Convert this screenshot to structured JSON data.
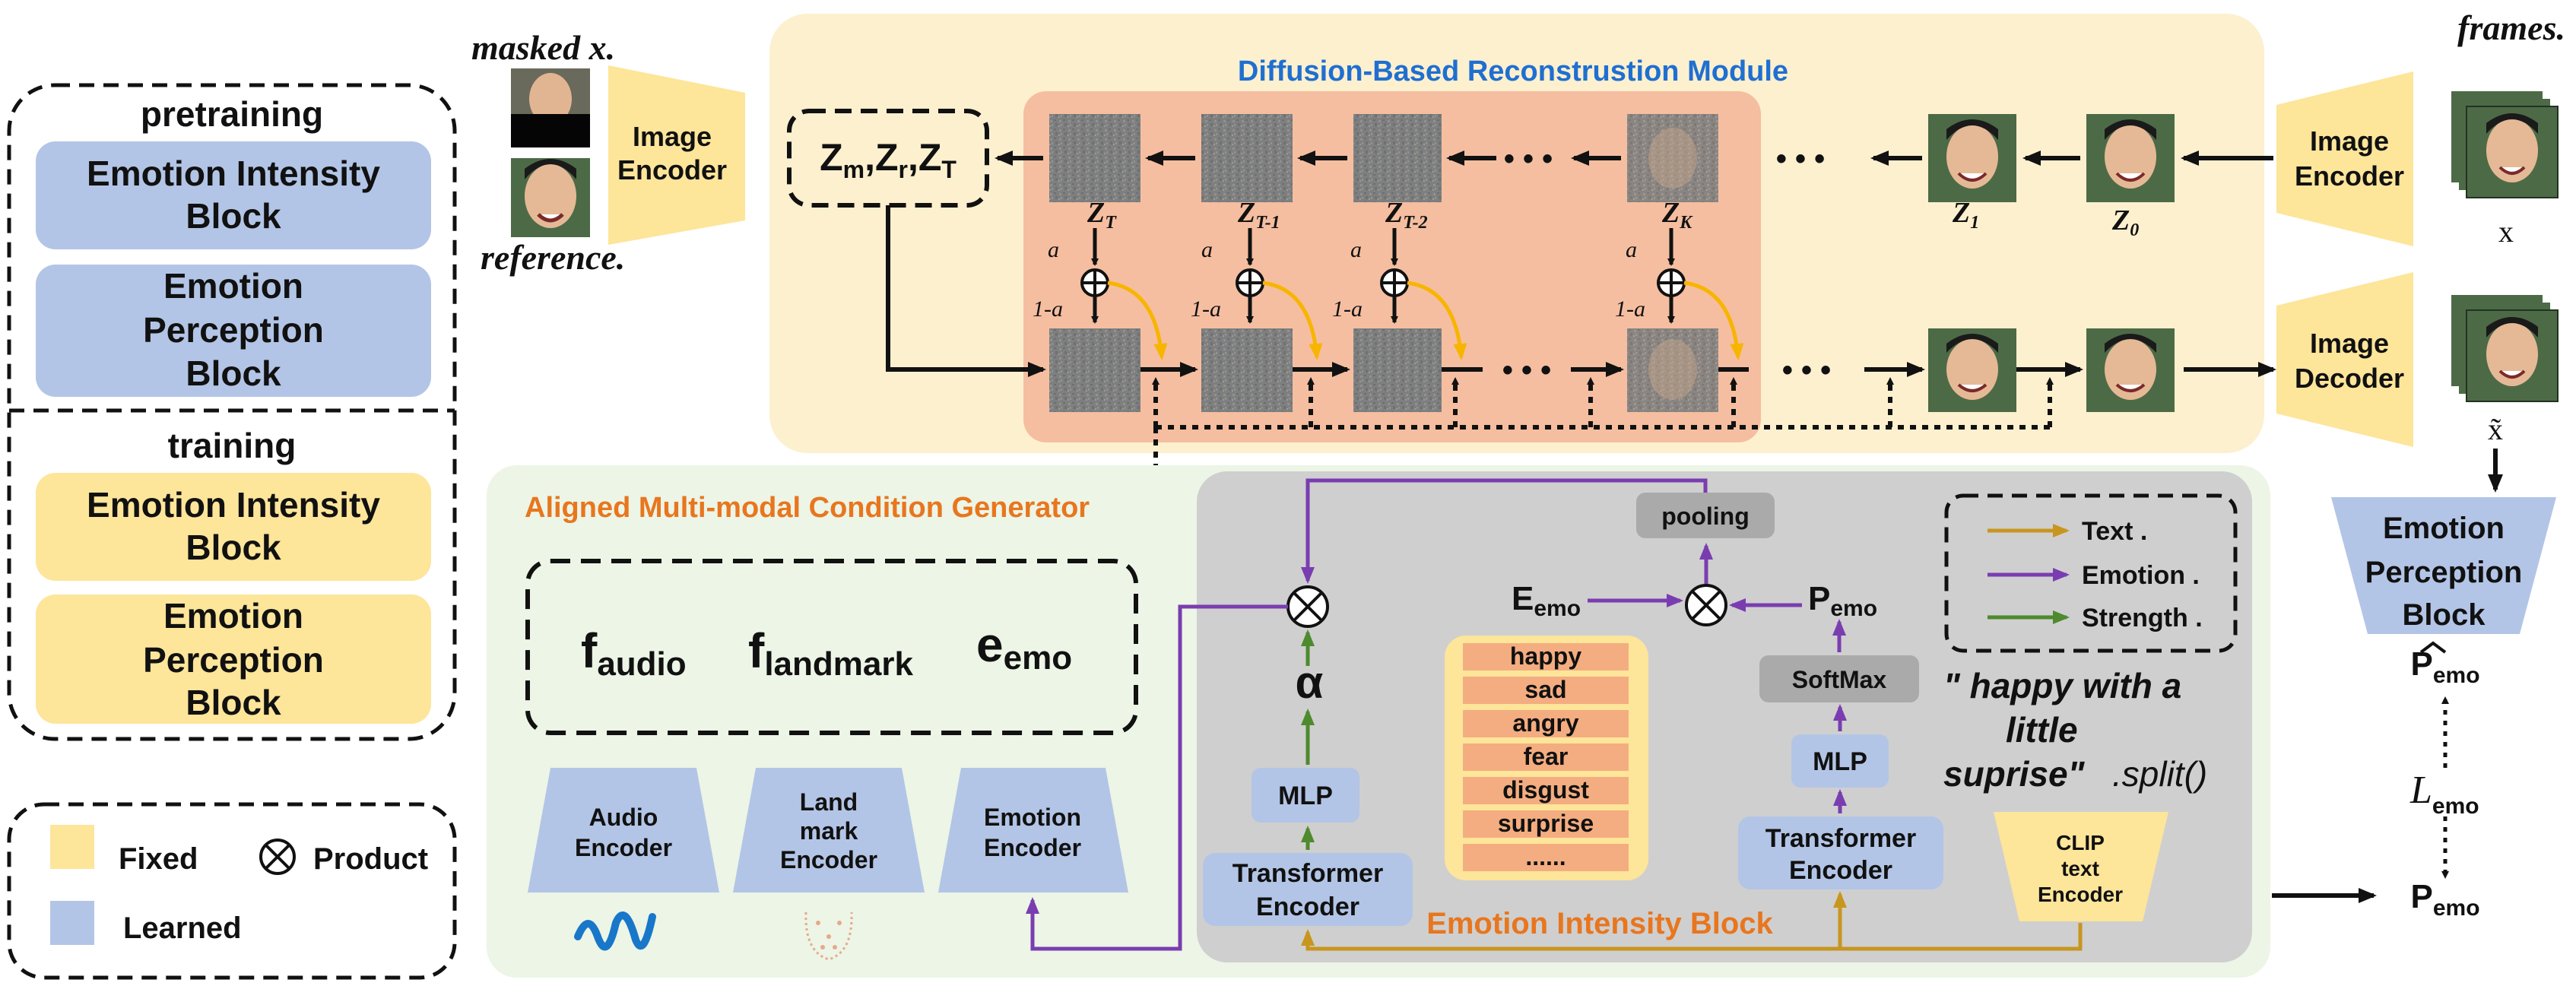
{
  "colors": {
    "fixed": "#fde59a",
    "learned": "#b3c5e6",
    "diffusion_bg": "#fdf0cf",
    "diffusion_inner": "#f5bea0",
    "condition_bg": "#ecf5e6",
    "intensity_bg": "#cfcfcf",
    "orange_text": "#e8761e",
    "blue_text": "#1f6fd1",
    "text_arrow": "#c8961e",
    "emotion_arrow": "#7a3db0",
    "strength_arrow": "#4e8a2e",
    "emotion_list_bg": "#fde59a",
    "emotion_item_bg": "#f4ad80"
  },
  "left_panel": {
    "pretraining": "pretraining",
    "training": "training",
    "pre_block1": [
      "Emotion Intensity",
      "Block"
    ],
    "pre_block2": [
      "Emotion",
      "Perception",
      "Block"
    ],
    "train_block1": [
      "Emotion Intensity",
      "Block"
    ],
    "train_block2": [
      "Emotion",
      "Perception",
      "Block"
    ]
  },
  "legend_box": {
    "fixed": "Fixed",
    "learned": "Learned",
    "product": "Product",
    "product_symbol": "⊗"
  },
  "inputs": {
    "masked": "masked x.",
    "reference": "reference.",
    "image_encoder_left": [
      "Image",
      "Encoder"
    ]
  },
  "diffusion": {
    "title": "Diffusion-Based Reconstrustion Module",
    "z_box": "Zm,Z r,ZT",
    "z_labels": [
      "ZT",
      "ZT-1",
      "ZT-2",
      "ZK",
      "Z1",
      "Z0"
    ],
    "a": "a",
    "one_minus_a": "1-a",
    "dots": "• • •"
  },
  "right": {
    "frames": "frames.",
    "x": "x",
    "x_hat": "x̃",
    "image_encoder": [
      "Image",
      "Encoder"
    ],
    "image_decoder": [
      "Image",
      "Decoder"
    ],
    "perception": [
      "Emotion",
      "Perception",
      "Block"
    ],
    "p_hat": "P̂emo",
    "loss": "Lemo",
    "p_emo": "Pemo"
  },
  "condition": {
    "title": "Aligned Multi-modal Condition Generator",
    "f_audio": "f",
    "f_audio_sub": "audio",
    "f_landmark": "f",
    "f_landmark_sub": "landmark",
    "e_emo": "e",
    "e_emo_sub": "emo",
    "audio_encoder": [
      "Audio",
      "Encoder"
    ],
    "landmark_encoder": [
      "Land",
      "mark",
      "Encoder"
    ],
    "emotion_encoder": [
      "Emotion",
      "Encoder"
    ]
  },
  "intensity": {
    "title": "Emotion Intensity Block",
    "pooling": "pooling",
    "e_emo": "E",
    "e_emo_sub": "emo",
    "p_emo": "P",
    "p_emo_sub": "emo",
    "softmax": "SoftMax",
    "mlp_left": "MLP",
    "mlp_right": "MLP",
    "alpha": "α",
    "transformer_left": [
      "Transformer",
      "Encoder"
    ],
    "transformer_right": [
      "Transformer",
      "Encoder"
    ],
    "emotions": [
      "happy",
      "sad",
      "angry",
      "fear",
      "disgust",
      "surprise",
      "......"
    ],
    "legend": [
      "Text .",
      "Emotion .",
      "Strength ."
    ],
    "quote": [
      "\" happy with a",
      "little",
      "suprise\""
    ],
    "split": ".split()",
    "clip": [
      "CLIP",
      "text",
      "Encoder"
    ]
  }
}
